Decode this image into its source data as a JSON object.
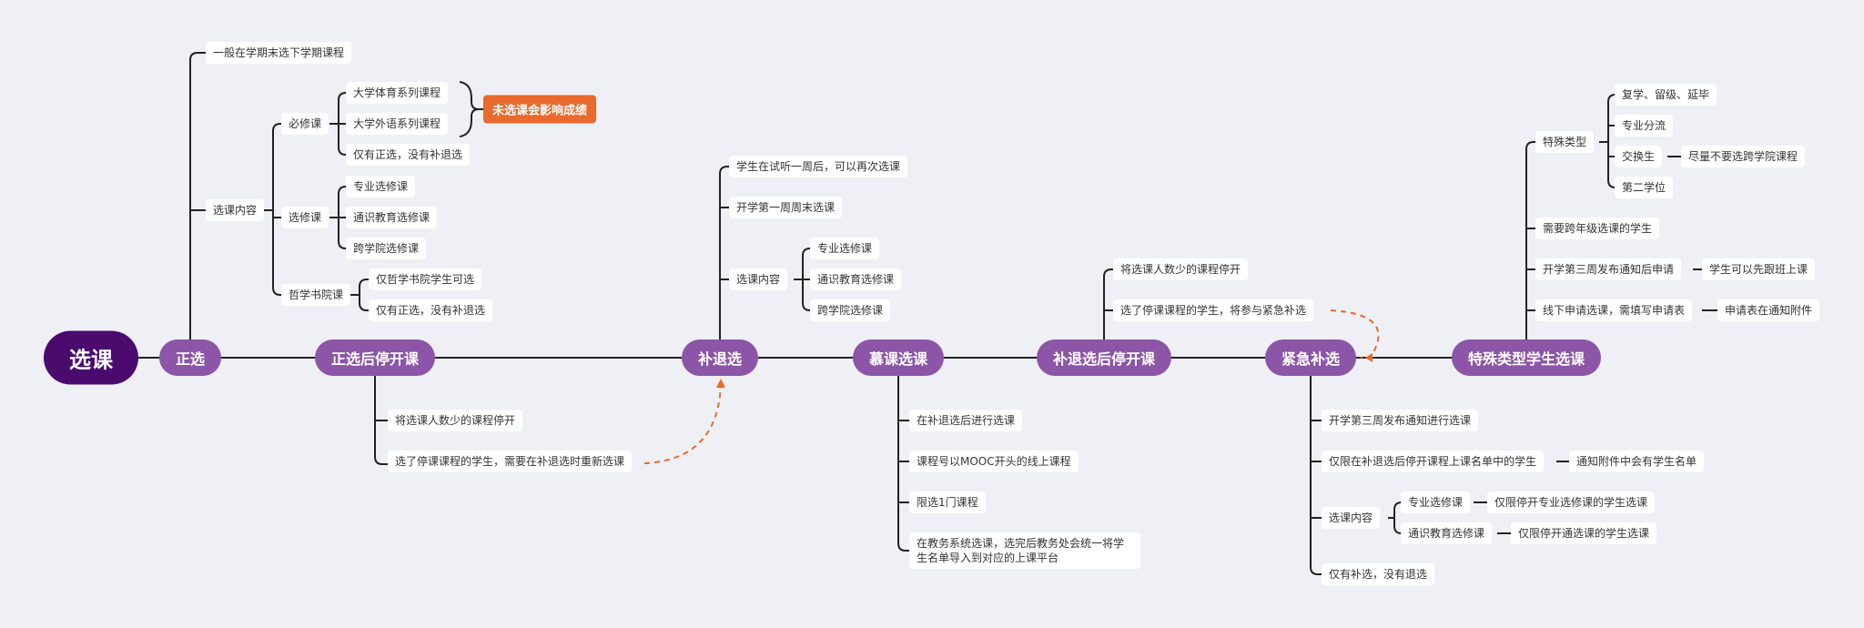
{
  "root": "选课",
  "stages": {
    "zhengxuan": "正选",
    "tingkai": "正选后停开课",
    "buituixuan": "补退选",
    "muke": "慕课选课",
    "buituitingkai": "补退选后停开课",
    "jinji": "紧急补选",
    "teshu": "特殊类型学生选课"
  },
  "zhengxuan": {
    "timing": "一般在学期末选下学期课程",
    "content": "选课内容",
    "bixiu": "必修课",
    "pe": "大学体育系列课程",
    "foreign": "大学外语系列课程",
    "bixiu_only": "仅有正选，没有补退选",
    "warning": "未选课会影响成绩",
    "xuanxiu": "选修课",
    "xx_major": "专业选修课",
    "xx_general": "通识教育选修课",
    "xx_cross": "跨学院选修课",
    "zhexue": "哲学书院课",
    "zx_only_students": "仅哲学书院学生可选",
    "zx_only": "仅有正选，没有补退选"
  },
  "tingkai": {
    "stop": "将选课人数少的课程停开",
    "reselect": "选了停课课程的学生，需要在补退选时重新选课"
  },
  "buituixuan": {
    "after_trial": "学生在试听一周后，可以再次选课",
    "week1": "开学第一周周末选课",
    "content": "选课内容",
    "major": "专业选修课",
    "general": "通识教育选修课",
    "cross": "跨学院选修课"
  },
  "muke": {
    "after": "在补退选后进行选课",
    "mooc": "课程号以MOOC开头的线上课程",
    "limit": "限选1门课程",
    "system": "在教务系统选课，选完后教务处会统一将学生名单导入到对应的上课平台"
  },
  "buituitingkai": {
    "stop": "将选课人数少的课程停开",
    "join": "选了停课课程的学生，将参与紧急补选"
  },
  "jinji": {
    "week3": "开学第三周发布通知进行选课",
    "only_listed": "仅限在补退选后停开课程上课名单中的学生",
    "notice_list": "通知附件中会有学生名单",
    "content": "选课内容",
    "major": "专业选修课",
    "major_note": "仅限停开专业选修课的学生选课",
    "general": "通识教育选修课",
    "general_note": "仅限停开通选课的学生选课",
    "only_add": "仅有补选，没有退选"
  },
  "teshu": {
    "types": "特殊类型",
    "resume": "复学、留级、延毕",
    "split": "专业分流",
    "exchange": "交换生",
    "exchange_note": "尽量不要选跨学院课程",
    "second_degree": "第二学位",
    "cross_grade": "需要跨年级选课的学生",
    "week3_apply": "开学第三周发布通知后申请",
    "follow_class": "学生可以先跟班上课",
    "offline": "线下申请选课，需填写申请表",
    "form": "申请表在通知附件"
  },
  "colors": {
    "background": "#eff0f5",
    "root": "#4a0a6e",
    "stage": "#8c55a8",
    "line": "#222222",
    "accent": "#e86a2c",
    "leaf": "#ffffff"
  }
}
